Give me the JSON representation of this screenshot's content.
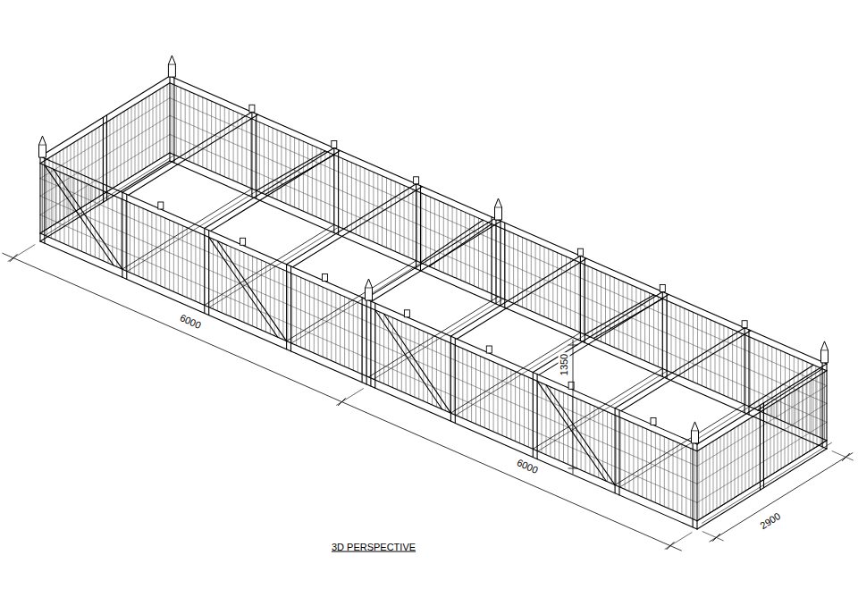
{
  "diagram": {
    "title": "3D PERSPECTIVE",
    "labels": [
      "6000",
      "6000",
      "1350",
      "2900"
    ]
  }
}
